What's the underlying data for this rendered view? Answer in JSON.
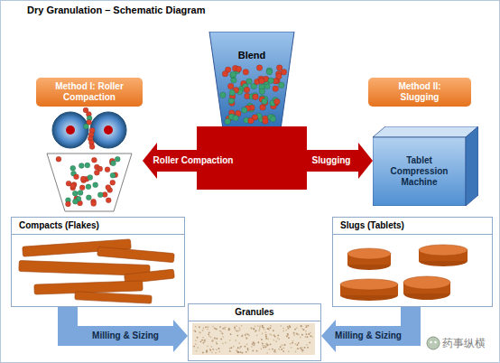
{
  "diagram": {
    "title": "Dry Granulation – Schematic Diagram",
    "nodes": [
      {
        "text": [
          "Blend"
        ]
      },
      {
        "text": [
          "Method I: Roller Compaction"
        ]
      },
      {
        "text": [
          "Method II: Slugging"
        ]
      },
      {
        "text": [
          "Tablet Compression Machine"
        ]
      },
      {
        "text": [
          "Compacts (Flakes)"
        ]
      },
      {
        "text": [
          "Slugs (Tablets)"
        ]
      },
      {
        "text": [
          "Granules"
        ]
      }
    ],
    "edges": [
      {
        "from": 0,
        "to": 1,
        "label": "Roller Compaction",
        "arrow": "to"
      },
      {
        "from": 0,
        "to": 3,
        "label": "Slugging",
        "arrow": "to"
      },
      {
        "from": 4,
        "to": 6,
        "label": "Milling & Sizing",
        "arrow": "to"
      },
      {
        "from": 5,
        "to": 6,
        "label": "Milling & Sizing",
        "arrow": "to"
      }
    ],
    "labels": [
      "药事纵横"
    ]
  }
}
